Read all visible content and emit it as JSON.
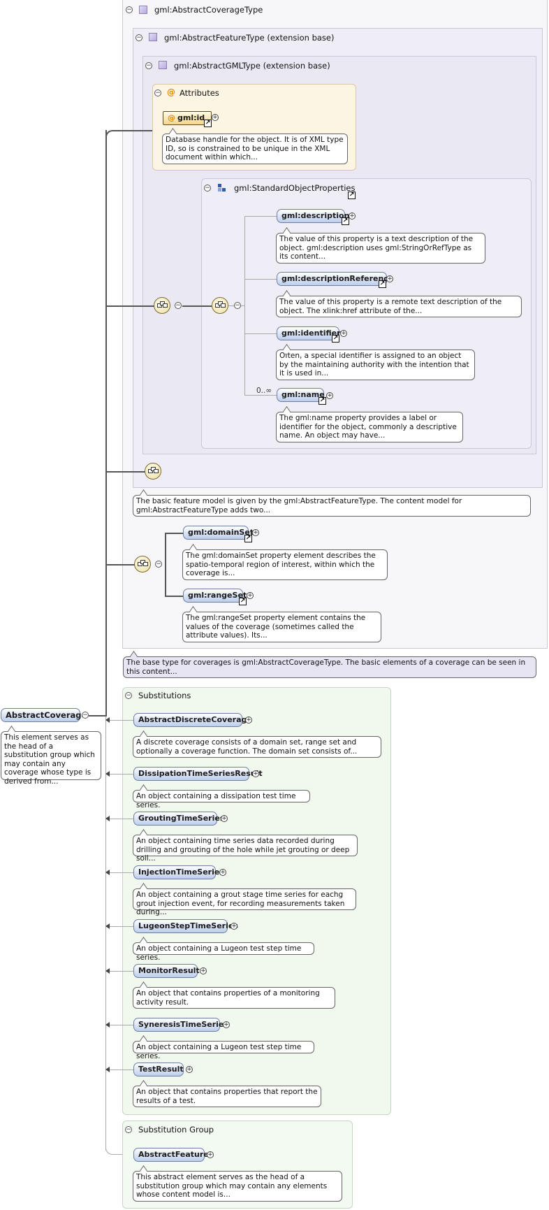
{
  "root_element": {
    "label": "AbstractCoverage",
    "doc": "This element serves as the head of a substitution group which may contain any coverage whose type is derived from..."
  },
  "coverage_type": {
    "title": "gml:AbstractCoverageType",
    "doc": "The base type for coverages is gml:AbstractCoverageType. The basic elements of a coverage can be seen in this content..."
  },
  "feature_type": {
    "title": "gml:AbstractFeatureType (extension base)",
    "doc": "The basic feature model is given by the gml:AbstractFeatureType. The content model for gml:AbstractFeatureType adds two..."
  },
  "gml_type": {
    "title": "gml:AbstractGMLType (extension base)"
  },
  "attributes": {
    "title": "Attributes",
    "id": {
      "label": "gml:id",
      "doc": "Database handle for the object. It is of XML type ID, so is constrained to be unique in the XML document within which..."
    }
  },
  "standard_props": {
    "title": "gml:StandardObjectProperties",
    "items": [
      {
        "label": "gml:description",
        "doc": "The value of this property is a text description of the object. gml:description uses gml:StringOrRefType as its content..."
      },
      {
        "label": "gml:descriptionReference",
        "doc": "The value of this property is a remote text description of the object. The xlink:href attribute of the..."
      },
      {
        "label": "gml:identifier",
        "doc": "Often, a special identifier is assigned to an object by the maintaining authority with the intention that it is used in..."
      },
      {
        "label": "gml:name",
        "cardinality": "0..∞",
        "doc": "The gml:name property provides a label or identifier for the object, commonly a descriptive name. An object may have..."
      }
    ]
  },
  "coverage_seq": [
    {
      "label": "gml:domainSet",
      "doc": "The gml:domainSet property element describes the spatio-temporal region of interest, within which the coverage is..."
    },
    {
      "label": "gml:rangeSet",
      "doc": "The gml:rangeSet property element contains the values of the coverage (sometimes called the attribute values). Its..."
    }
  ],
  "substitutions": {
    "title": "Substitutions",
    "items": [
      {
        "label": "AbstractDiscreteCoverage",
        "doc": "A discrete coverage consists of a domain set, range set and optionally a coverage function. The domain set consists of..."
      },
      {
        "label": "DissipationTimeSeriesResult",
        "doc": "An object containing a dissipation test time series."
      },
      {
        "label": "GroutingTimeSeries",
        "doc": "An object containing time series data recorded during drilling and grouting of the hole while jet grouting or deep soil..."
      },
      {
        "label": "InjectionTimeSeries",
        "doc": "An object containing a grout stage time series for eachg grout injection event, for recording measurements taken during..."
      },
      {
        "label": "LugeonStepTimeSeries",
        "doc": "An object containing a Lugeon test step time series."
      },
      {
        "label": "MonitorResult",
        "doc": "An object that contains properties of a monitoring activity result."
      },
      {
        "label": "SyneresisTimeSeries",
        "doc": "An object containing a Lugeon test step time series."
      },
      {
        "label": "TestResult",
        "doc": "An object that contains properties that report the results of a test."
      }
    ]
  },
  "substitution_group": {
    "title": "Substitution Group",
    "item": {
      "label": "AbstractFeature",
      "doc": "This abstract element serves as the head of a substitution group which may contain any elements whose content model is..."
    }
  },
  "icons": {
    "collapse": "−",
    "expand": "+",
    "link": "↗"
  }
}
